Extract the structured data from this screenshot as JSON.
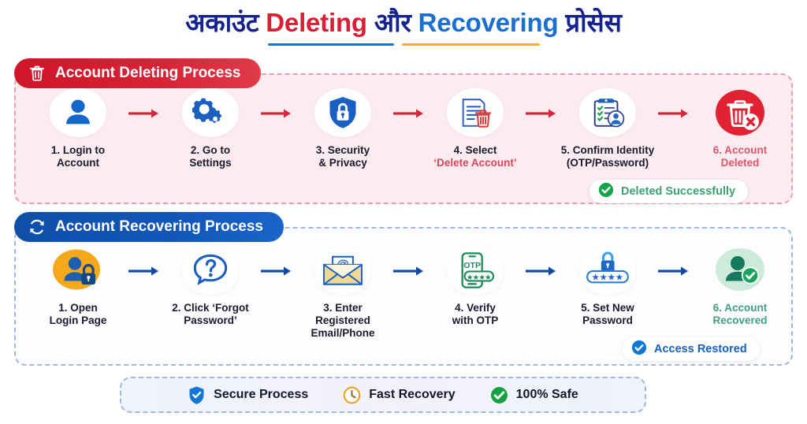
{
  "title": {
    "part1": "अकाउंट ",
    "part2": "Deleting",
    "part3": " और ",
    "part4": "Recovering",
    "part5": " प्रोसेस"
  },
  "colors": {
    "navy": "#13228c",
    "red": "#d81f33",
    "blue": "#1b6fd0",
    "green": "#3fa06f",
    "orange": "#f5a623",
    "yellow_rule": "#f0b323",
    "panel_delete_bg": "#fcebef",
    "panel_recover_bg": "#fdfdff"
  },
  "delete_section": {
    "badge_label": "Account Deleting Process",
    "badge_icon": "trash-icon",
    "steps": [
      {
        "num": "1.",
        "line1": "1. Login to",
        "line2": "Account",
        "icon": "user-icon"
      },
      {
        "num": "2.",
        "line1": "2. Go to",
        "line2": "Settings",
        "icon": "gears-icon"
      },
      {
        "num": "3.",
        "line1": "3. Security",
        "line2": "& Privacy",
        "icon": "shield-lock-icon"
      },
      {
        "num": "4.",
        "line1": "4. Select",
        "line2": "‘Delete Account’",
        "icon": "document-trash-icon",
        "line2_style": "red"
      },
      {
        "num": "5.",
        "line1": "5. Confirm Identity",
        "line2": "(OTP/Password)",
        "icon": "clipboard-user-icon"
      },
      {
        "num": "6.",
        "line1": "6. Account",
        "line2": "Deleted",
        "icon": "trash-delete-circle-icon",
        "label_style": "red"
      }
    ],
    "pill": {
      "label": "Deleted Successfully",
      "icon": "check-circle-green-icon"
    }
  },
  "recover_section": {
    "badge_label": "Account Recovering Process",
    "badge_icon": "refresh-icon",
    "steps": [
      {
        "num": "1.",
        "line1": "1. Open",
        "line2": "Login Page",
        "icon": "user-lock-orange-icon"
      },
      {
        "num": "2.",
        "line1": "2. Click ‘Forgot",
        "line2": "Password’",
        "icon": "question-bubble-icon"
      },
      {
        "num": "3.",
        "line1": "3. Enter",
        "line2": "Registered",
        "line3": "Email/Phone",
        "icon": "email-at-icon"
      },
      {
        "num": "4.",
        "line1": "4. Verify",
        "line2": "with OTP",
        "icon": "otp-phone-icon"
      },
      {
        "num": "5.",
        "line1": "5. Set New",
        "line2": "Password",
        "icon": "password-lock-stars-icon"
      },
      {
        "num": "6.",
        "line1": "6. Account",
        "line2": "Recovered",
        "icon": "user-check-green-icon",
        "label_style": "green"
      }
    ],
    "pill": {
      "label": "Access Restored",
      "icon": "check-circle-blue-icon"
    }
  },
  "footer": {
    "items": [
      {
        "label": "Secure Process",
        "icon": "shield-check-blue-icon"
      },
      {
        "label": "Fast Recovery",
        "icon": "clock-orange-icon"
      },
      {
        "label": "100% Safe",
        "icon": "check-circle-green-icon"
      }
    ]
  }
}
